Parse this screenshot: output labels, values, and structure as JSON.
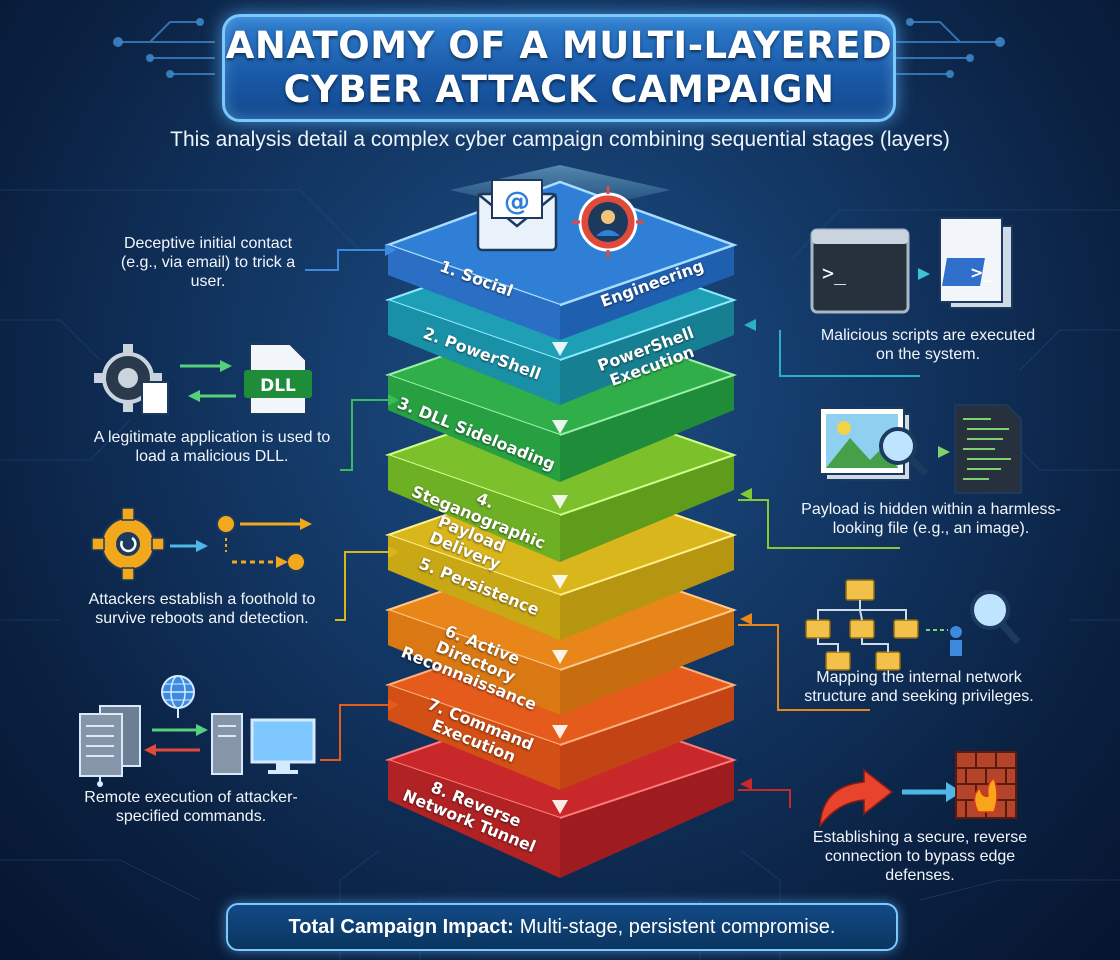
{
  "title": {
    "line1": "ANATOMY OF A MULTI-LAYERED",
    "line2": "CYBER ATTACK CAMPAIGN"
  },
  "subtitle": "This analysis detail a complex cyber campaign combining sequential stages (layers)",
  "layers": [
    {
      "label_a": "1. Social",
      "label_b": "Engineering",
      "color": "#2f7fd6"
    },
    {
      "label_a": "2. PowerShell",
      "label_b": "PowerShell Execution",
      "color": "#1f9fb6"
    },
    {
      "label": "3. DLL Sideloading",
      "color": "#2fae4a"
    },
    {
      "label": "4. Steganographic Payload Delivery",
      "color": "#7cc02c"
    },
    {
      "label": "5. Persistence",
      "color": "#d8b61c"
    },
    {
      "label": "6. Active Directory Reconnaissance",
      "color": "#e8861a"
    },
    {
      "label": "7. Command Execution",
      "color": "#e45b1c"
    },
    {
      "label": "8. Reverse Network Tunnel",
      "color": "#c8282a"
    }
  ],
  "descriptions": {
    "social": "Deceptive initial contact (e.g., via email) to trick a user.",
    "powershell": "Malicious scripts are executed on the system.",
    "dll": "A legitimate application is used to load a malicious DLL.",
    "stego": "Payload is hidden within a harmless-looking file (e.g., an image).",
    "persistence": "Attackers establish a foothold to survive reboots and detection.",
    "recon": "Mapping the internal network structure and seeking privileges.",
    "command": "Remote execution of attacker-specified commands.",
    "tunnel": "Establishing a secure, reverse connection to bypass edge defenses."
  },
  "icons": {
    "email": "email-at-icon",
    "target": "target-user-icon",
    "terminal": "terminal-window-icon",
    "script": "powershell-script-icon",
    "gear": "gear-icon",
    "dll": "dll-file-icon",
    "image": "image-file-icon",
    "magnifier": "magnifier-icon",
    "code": "code-file-icon",
    "persist_gear": "gear-persistence-icon",
    "folder_tree": "folder-tree-icon",
    "globe": "globe-icon",
    "server": "server-icon",
    "monitor": "monitor-icon",
    "arrow": "curved-arrow-icon",
    "firewall": "firewall-icon"
  },
  "footer": {
    "bold": "Total Campaign Impact:",
    "text": "Multi-stage, persistent compromise."
  }
}
